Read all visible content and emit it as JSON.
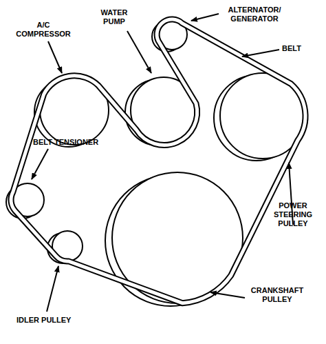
{
  "diagram": {
    "labels": [
      "A/C COMPRESSOR",
      "WATER PUMP",
      "ALTERNATOR/ GENERATOR",
      "BELT",
      "BELT TENSIONER",
      "POWER STEERING PULLEY",
      "IDLER PULLEY",
      "CRANKSHAFT PULLEY"
    ]
  }
}
